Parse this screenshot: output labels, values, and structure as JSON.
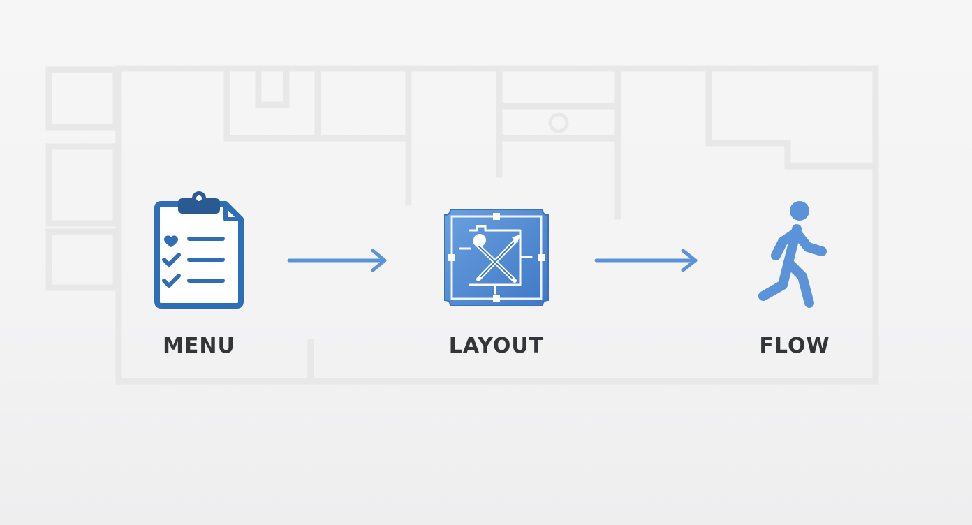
{
  "colors": {
    "background": "#f4f4f5",
    "plan_lines": "#e7e7e8",
    "icon_dark_blue": "#2f6db5",
    "icon_light_blue": "#5b93d8",
    "arrow": "#5b93d8",
    "label_text": "#333538"
  },
  "steps": [
    {
      "label": "MENU",
      "icon": "clipboard-checklist-icon"
    },
    {
      "label": "LAYOUT",
      "icon": "floor-plan-blueprint-icon"
    },
    {
      "label": "FLOW",
      "icon": "walking-person-icon"
    }
  ],
  "connectors": [
    {
      "from": "MENU",
      "to": "LAYOUT",
      "icon": "arrow-right-icon"
    },
    {
      "from": "LAYOUT",
      "to": "FLOW",
      "icon": "arrow-right-icon"
    }
  ]
}
